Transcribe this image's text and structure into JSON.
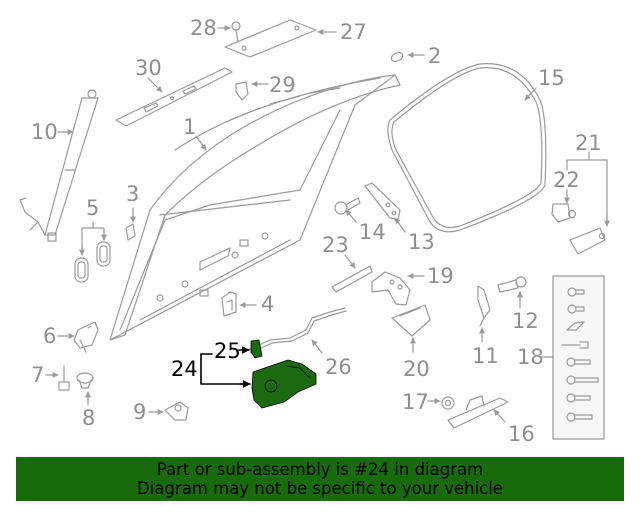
{
  "diagram": {
    "highlighted_part": "24",
    "colors": {
      "line": "#9a9a9a",
      "label": "#8f8f8f",
      "highlight_fill": "#1c6a10",
      "highlight_label": "#000000",
      "banner_bg": "#176b0a"
    },
    "callouts": [
      {
        "id": "1",
        "label": "1"
      },
      {
        "id": "2",
        "label": "2"
      },
      {
        "id": "3",
        "label": "3"
      },
      {
        "id": "4",
        "label": "4"
      },
      {
        "id": "5",
        "label": "5"
      },
      {
        "id": "6",
        "label": "6"
      },
      {
        "id": "7",
        "label": "7"
      },
      {
        "id": "8",
        "label": "8"
      },
      {
        "id": "9",
        "label": "9"
      },
      {
        "id": "10",
        "label": "10"
      },
      {
        "id": "11",
        "label": "11"
      },
      {
        "id": "12",
        "label": "12"
      },
      {
        "id": "13",
        "label": "13"
      },
      {
        "id": "14",
        "label": "14"
      },
      {
        "id": "15",
        "label": "15"
      },
      {
        "id": "16",
        "label": "16"
      },
      {
        "id": "17",
        "label": "17"
      },
      {
        "id": "18",
        "label": "18"
      },
      {
        "id": "19",
        "label": "19"
      },
      {
        "id": "20",
        "label": "20"
      },
      {
        "id": "21",
        "label": "21"
      },
      {
        "id": "22",
        "label": "22"
      },
      {
        "id": "23",
        "label": "23"
      },
      {
        "id": "24",
        "label": "24"
      },
      {
        "id": "25",
        "label": "25"
      },
      {
        "id": "26",
        "label": "26"
      },
      {
        "id": "27",
        "label": "27"
      },
      {
        "id": "28",
        "label": "28"
      },
      {
        "id": "29",
        "label": "29"
      },
      {
        "id": "30",
        "label": "30"
      }
    ]
  },
  "banner": {
    "line1": "Part or sub-assembly is #24 in diagram",
    "line2": "Diagram may not be specific to your vehicle"
  }
}
